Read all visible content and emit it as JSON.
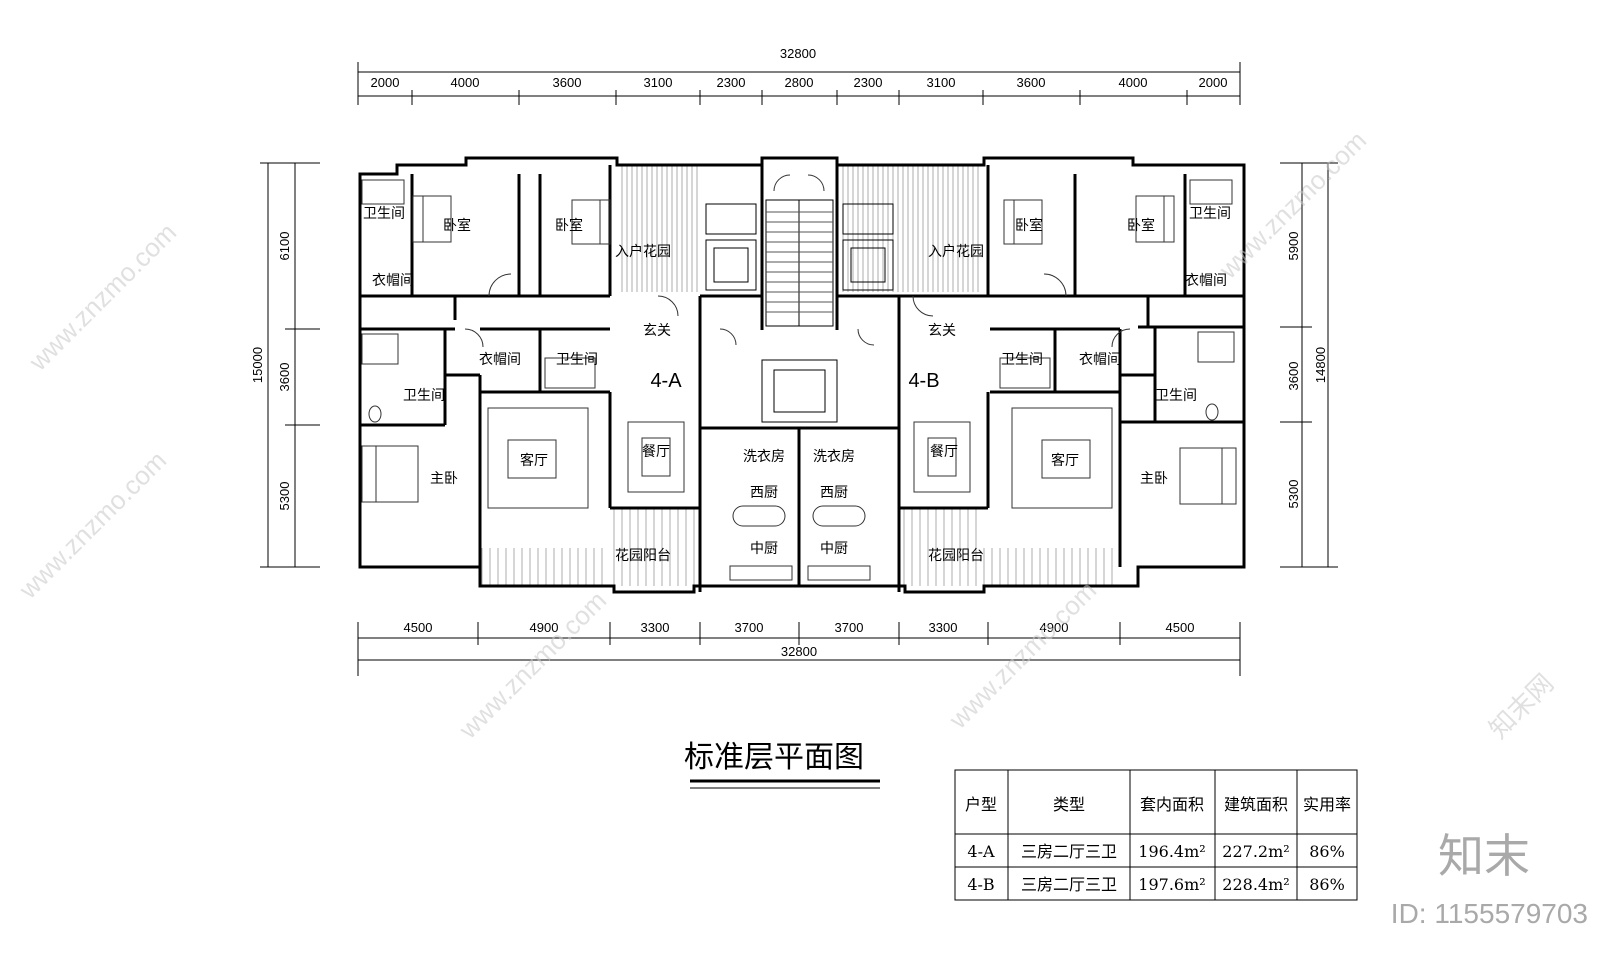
{
  "title": "标准层平面图",
  "top_total": "32800",
  "top_dims": [
    "2000",
    "4000",
    "3600",
    "3100",
    "2300",
    "2800",
    "2300",
    "3100",
    "3600",
    "4000",
    "2000"
  ],
  "bottom_total": "32800",
  "bottom_dims": [
    "4500",
    "4900",
    "3300",
    "3700",
    "3700",
    "3300",
    "4900",
    "4500"
  ],
  "left_total": "15000",
  "left_dims": [
    "6100",
    "3600",
    "5300"
  ],
  "right_total": "14800",
  "right_dims": [
    "5900",
    "3600",
    "5300"
  ],
  "unit_labels": {
    "a": "4-A",
    "b": "4-B"
  },
  "rooms": {
    "bath": "卫生间",
    "bedroom": "卧室",
    "cloak": "衣帽间",
    "entry_garden": "入户花园",
    "foyer": "玄关",
    "living": "客厅",
    "dining": "餐厅",
    "master": "主卧",
    "laundry": "洗衣房",
    "west_kitchen": "西厨",
    "chinese_kitchen": "中厨",
    "garden_balcony": "花园阳台"
  },
  "table": {
    "headers": [
      "户型",
      "类型",
      "套内面积",
      "建筑面积",
      "实用率"
    ],
    "rows": [
      [
        "4-A",
        "三房二厅三卫",
        "196.4m²",
        "227.2m²",
        "86%"
      ],
      [
        "4-B",
        "三房二厅三卫",
        "197.6m²",
        "228.4m²",
        "86%"
      ]
    ]
  },
  "watermark": "www.znzmo.com",
  "watermark_brand": "知末网",
  "logo": "知末",
  "image_id": "ID: 1155579703"
}
